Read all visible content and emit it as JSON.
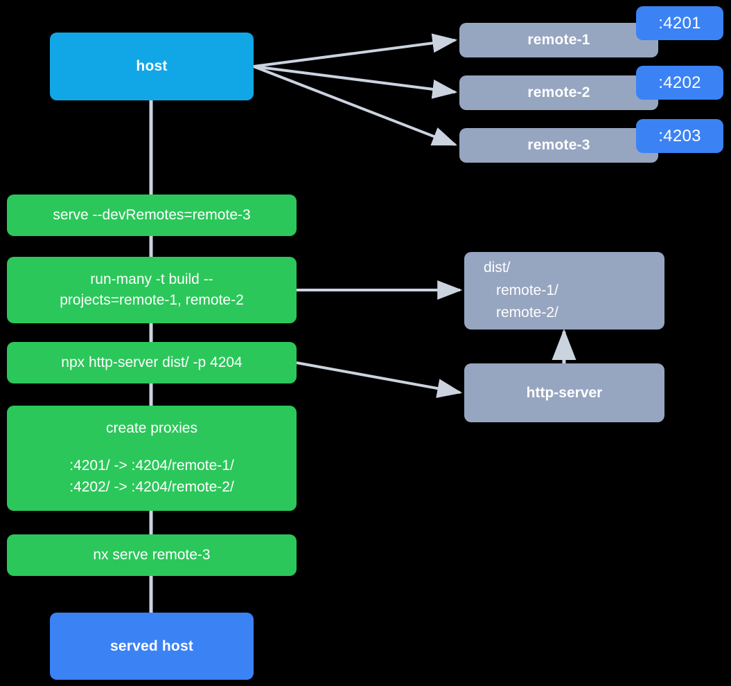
{
  "diagram": {
    "title": "nx host and remotes serving flow",
    "colors": {
      "background": "#000000",
      "host": "#11A7E6",
      "served_host": "#3B82F5",
      "remote": "#96A5C0",
      "command": "#2BC75A",
      "port_badge": "#3B82F5",
      "edge": "#CBD3DF",
      "text": "#FFFFFF"
    },
    "nodes": {
      "host": {
        "label": "host"
      },
      "served_host": {
        "label": "served host"
      },
      "remotes": [
        {
          "label": "remote-1",
          "port": ":4201"
        },
        {
          "label": "remote-2",
          "port": ":4202"
        },
        {
          "label": "remote-3",
          "port": ":4203"
        }
      ],
      "commands": [
        {
          "label": "serve --devRemotes=remote-3"
        },
        {
          "line1": "run-many -t build --",
          "line2": "projects=remote-1, remote-2"
        },
        {
          "label": "npx http-server dist/ -p 4204"
        },
        {
          "title": "create proxies",
          "line1": ":4201/ -> :4204/remote-1/",
          "line2": ":4202/ -> :4204/remote-2/"
        },
        {
          "label": "nx serve remote-3"
        }
      ],
      "dist": {
        "line1": "dist/",
        "line2": "remote-1/",
        "line3": "remote-2/"
      },
      "http_server": {
        "label": "http-server"
      }
    },
    "edges": [
      {
        "from": "host",
        "to": "remote-1",
        "type": "arrow"
      },
      {
        "from": "host",
        "to": "remote-2",
        "type": "arrow"
      },
      {
        "from": "host",
        "to": "remote-3",
        "type": "arrow"
      },
      {
        "from": "host",
        "to": "served-host",
        "type": "spine"
      },
      {
        "from": "run-many",
        "to": "dist",
        "type": "arrow"
      },
      {
        "from": "npx-http-server",
        "to": "http-server",
        "type": "arrow"
      },
      {
        "from": "http-server",
        "to": "dist",
        "type": "arrow"
      }
    ]
  }
}
